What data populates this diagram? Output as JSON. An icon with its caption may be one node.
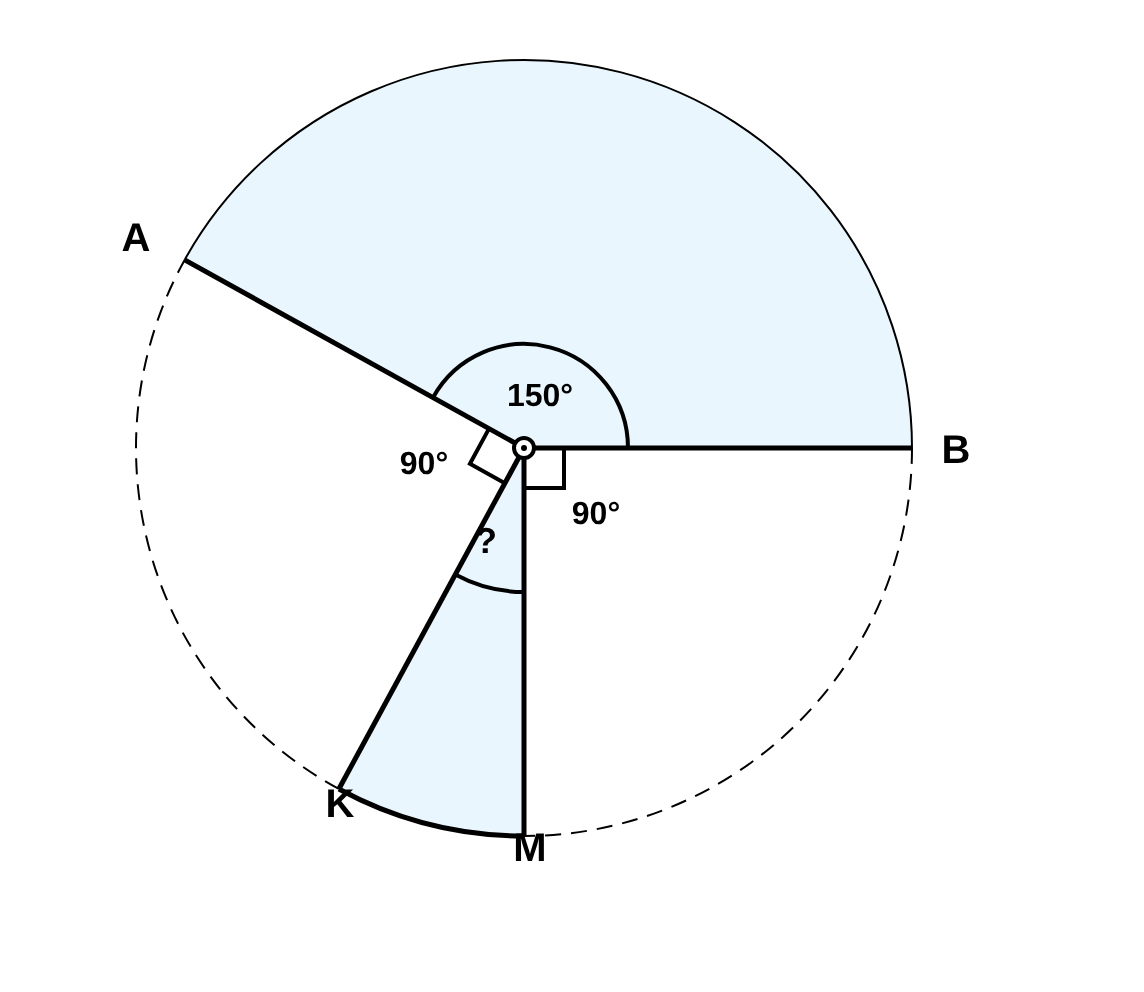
{
  "diagram": {
    "labels": [
      "A",
      "B",
      "K",
      "M",
      "150°",
      "90°",
      "90°",
      "?"
    ]
  }
}
